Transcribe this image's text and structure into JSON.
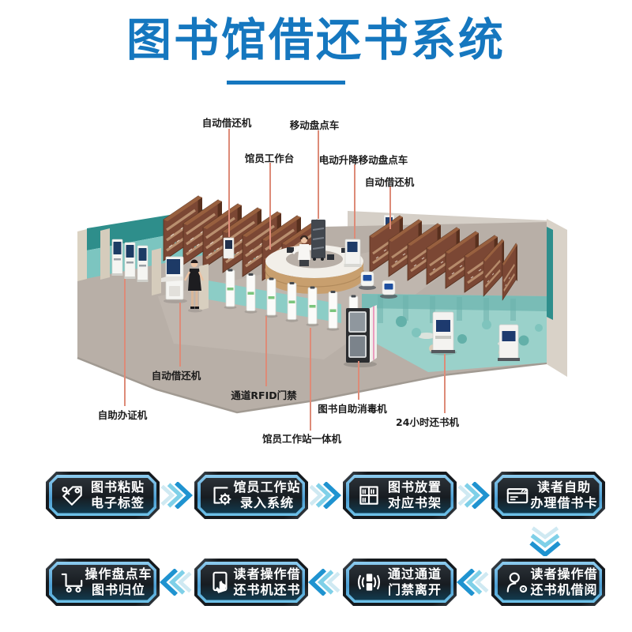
{
  "title": "图书馆借还书系统",
  "equipment_labels": {
    "top": [
      "自动借还机",
      "移动盘点车",
      "馆员工作台",
      "电动升降移动盘点车",
      "自动借还机"
    ],
    "bottom": [
      "自动借还机",
      "通道RFID门禁",
      "图书自助消毒机",
      "自助办证机",
      "24小时还书机",
      "馆员工作站一体机"
    ]
  },
  "flow": {
    "row1": [
      {
        "icon": "tag-icon",
        "line1": "图书粘贴",
        "line2": "电子标签"
      },
      {
        "icon": "workstation-gear-icon",
        "line1": "馆员工作站",
        "line2": "录入系统"
      },
      {
        "icon": "bookshelf-icon",
        "line1": "图书放置",
        "line2": "对应书架"
      },
      {
        "icon": "card-icon",
        "line1": "读者自助",
        "line2": "办理借书卡"
      }
    ],
    "row2": [
      {
        "icon": "cart-icon",
        "line1": "操作盘点车",
        "line2": "图书归位"
      },
      {
        "icon": "hand-tap-icon",
        "line1": "读者操作借",
        "line2": "还书机还书"
      },
      {
        "icon": "gate-signal-icon",
        "line1": "通过通道",
        "line2": "门禁离开"
      },
      {
        "icon": "reader-icon",
        "line1": "读者操作借",
        "line2": "还书机借阅"
      }
    ],
    "row1_direction": "right",
    "row2_direction": "left"
  },
  "colors": {
    "title_blue": "#1577bf",
    "badge_frame_dark": "#15191d",
    "badge_ring_blue": "#4d9fd4",
    "arrow_deep_blue": "#1f93d0",
    "arrow_light_blue": "#cfe9f2",
    "leader_line_salmon": "#dd8b78",
    "wall_teal_dark": "#2e8e8b",
    "wall_teal_light": "#7cc5c0",
    "floor_gray": "#b8afa7",
    "bookshelf_brown": "#7b4734",
    "reading_area_teal": "#9ad1ca",
    "gate_stripe_green": "#7bc57d"
  }
}
